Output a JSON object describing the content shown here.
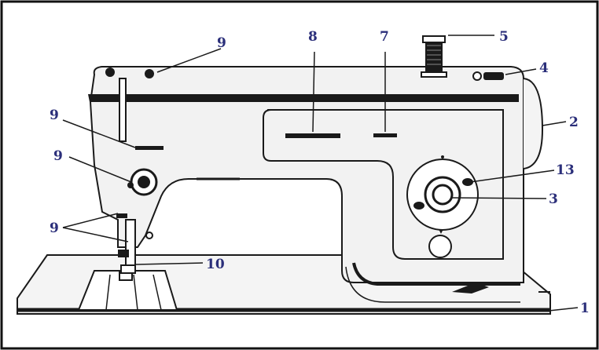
{
  "colors": {
    "label": "#2b2f7a",
    "line": "#1a1a1a",
    "machine_fill": "#f2f2f2",
    "frame": "#111111"
  },
  "callouts": [
    {
      "id": "c9a",
      "text": "9"
    },
    {
      "id": "c8",
      "text": "8"
    },
    {
      "id": "c7",
      "text": "7"
    },
    {
      "id": "c5",
      "text": "5"
    },
    {
      "id": "c4",
      "text": "4"
    },
    {
      "id": "c2",
      "text": "2"
    },
    {
      "id": "c9b",
      "text": "9"
    },
    {
      "id": "c9c",
      "text": "9"
    },
    {
      "id": "c13",
      "text": "13"
    },
    {
      "id": "c3",
      "text": "3"
    },
    {
      "id": "c9d",
      "text": "9"
    },
    {
      "id": "c10",
      "text": "10"
    },
    {
      "id": "c1",
      "text": "1"
    }
  ]
}
